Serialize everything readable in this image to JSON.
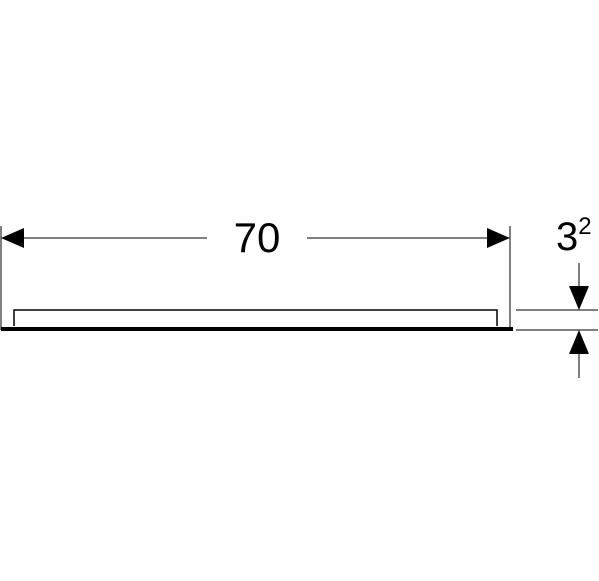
{
  "drawing": {
    "width_label": "70",
    "height_label_base": "3",
    "height_label_sup": "2",
    "line_color": "#000000",
    "background_color": "#ffffff"
  }
}
